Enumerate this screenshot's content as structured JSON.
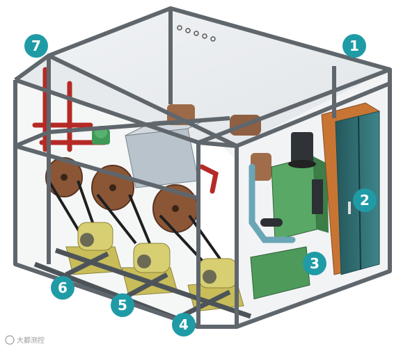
{
  "callouts": [
    {
      "id": "1",
      "label": "1"
    },
    {
      "id": "2",
      "label": "2"
    },
    {
      "id": "3",
      "label": "3"
    },
    {
      "id": "4",
      "label": "4"
    },
    {
      "id": "5",
      "label": "5"
    },
    {
      "id": "6",
      "label": "6"
    },
    {
      "id": "7",
      "label": "7"
    }
  ],
  "watermark": {
    "text": "大都测控"
  },
  "colors": {
    "badge": "#1f9ba6",
    "frame": "#5f666c",
    "cabinet_body": "#2f6e73",
    "cabinet_side": "#c87534",
    "heater_green": "#4e9a5a",
    "motor_yellow": "#c9bd5a",
    "pipe_red": "#b52a26",
    "glass": "#d8dde2"
  }
}
